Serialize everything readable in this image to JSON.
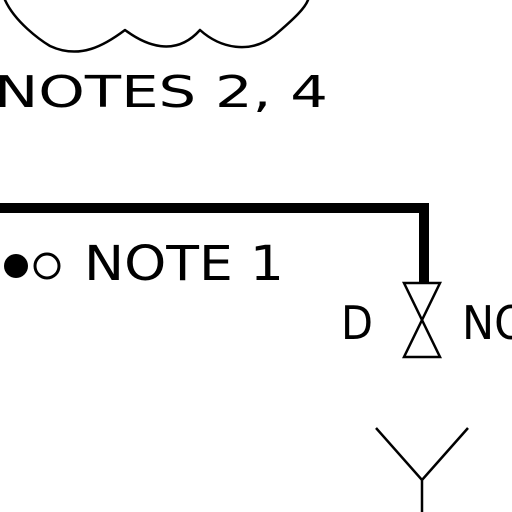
{
  "drawing": {
    "labels": {
      "notes_ref": "NOTES 2, 4",
      "note_ref": "NOTE 1",
      "valve_tag": "D",
      "valve_note": "NO"
    },
    "symbols": {
      "revision_cloud": "revision-cloud",
      "process_line": "thick-process-line",
      "closed_connection": "filled-circle-connection",
      "open_connection": "open-circle-connection",
      "valve": "gate-valve",
      "junction": "y-junction"
    },
    "colors": {
      "line": "#000000",
      "background": "#ffffff"
    }
  }
}
